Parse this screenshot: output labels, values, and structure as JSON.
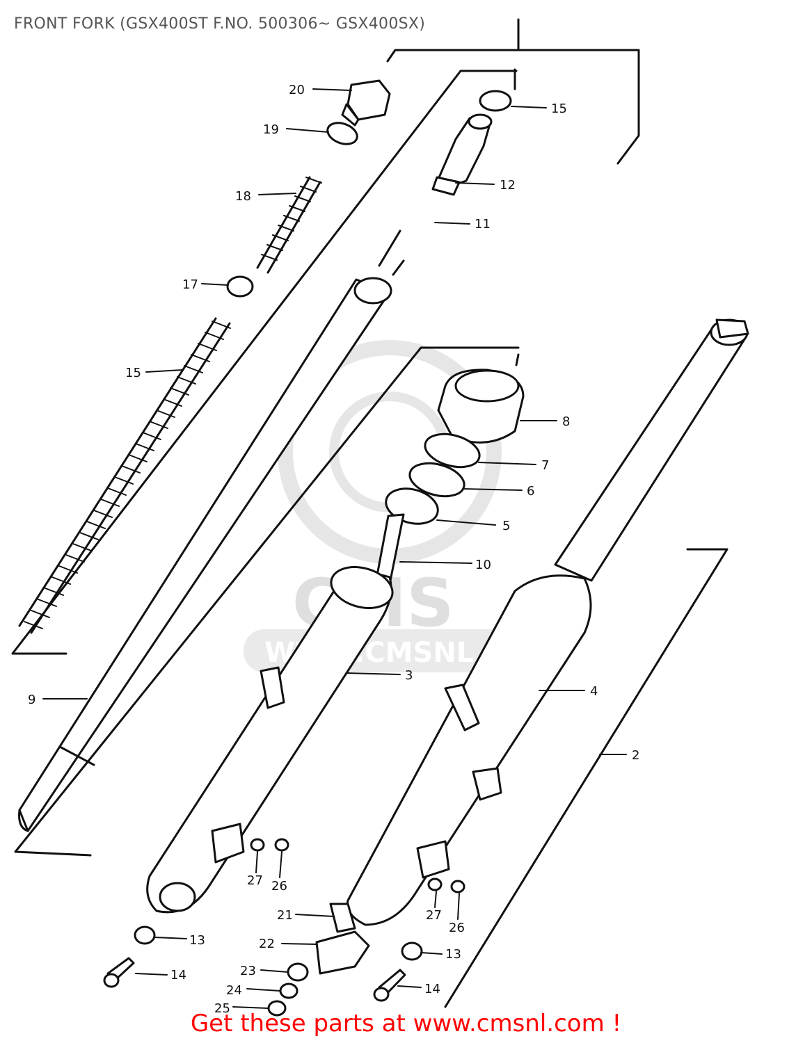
{
  "title": "FRONT FORK (GSX400ST F.NO. 500306~ GSX400SX)",
  "footer": {
    "text": "Get these parts at www.cmsnl.com !"
  },
  "watermark": {
    "brand": "CMS",
    "url": "WWW.CMSNL.COM"
  },
  "labels": {
    "l20": "20",
    "l19": "19",
    "l18": "18",
    "l17": "17",
    "l15a": "15",
    "l15b": "15",
    "l12": "12",
    "l11": "11",
    "l9": "9",
    "l8": "8",
    "l7": "7",
    "l6": "6",
    "l5": "5",
    "l10": "10",
    "l3": "3",
    "l4": "4",
    "l2": "2",
    "l27a": "27",
    "l26a": "26",
    "l27b": "27",
    "l26b": "26",
    "l21": "21",
    "l22": "22",
    "l13a": "13",
    "l13b": "13",
    "l14a": "14",
    "l14b": "14",
    "l23": "23",
    "l24": "24",
    "l25": "25"
  },
  "colors": {
    "footer": "#ff0000",
    "title": "#555555",
    "watermark": "#dcdcdc"
  }
}
